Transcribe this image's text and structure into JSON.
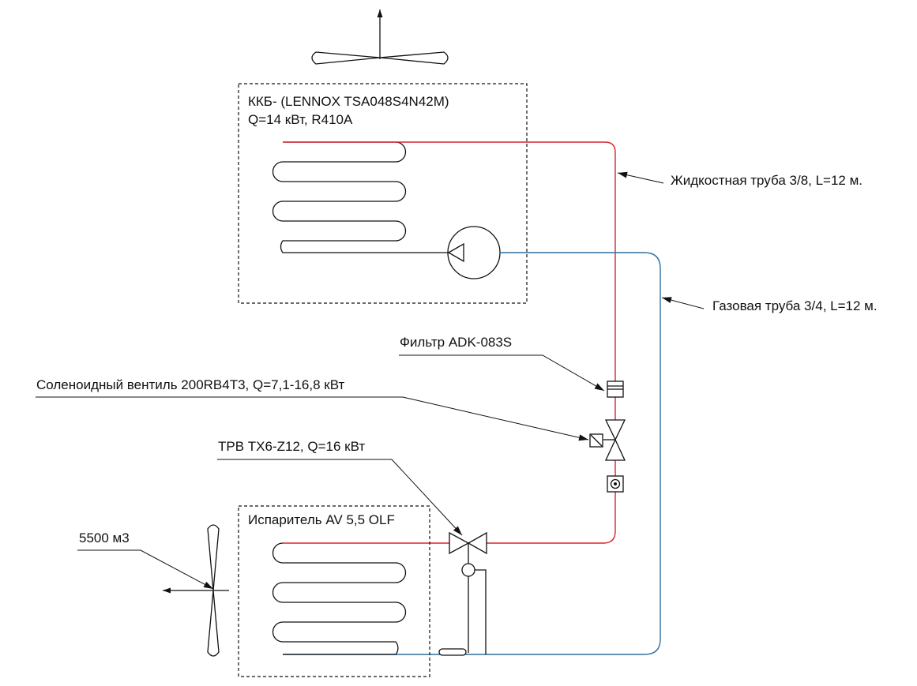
{
  "labels": {
    "condenser_model": "ККБ- (LENNOX TSA048S4N42M)",
    "condenser_capacity": "Q=14 кВт, R410A",
    "liquid_pipe": "Жидкостная труба 3/8, L=12 м.",
    "gas_pipe": "Газовая труба 3/4, L=12 м.",
    "filter": "Фильтр ADK-083S",
    "solenoid_valve": "Соленоидный вентиль 200RB4T3, Q=7,1-16,8 кВт",
    "expansion_valve": "ТРВ TX6-Z12, Q=16 кВт",
    "evaporator": "Испаритель AV 5,5 OLF",
    "airflow": "5500 м3"
  },
  "colors": {
    "liquid_line": "#d9232e",
    "gas_line": "#2f6e9e",
    "linework": "#111111"
  }
}
